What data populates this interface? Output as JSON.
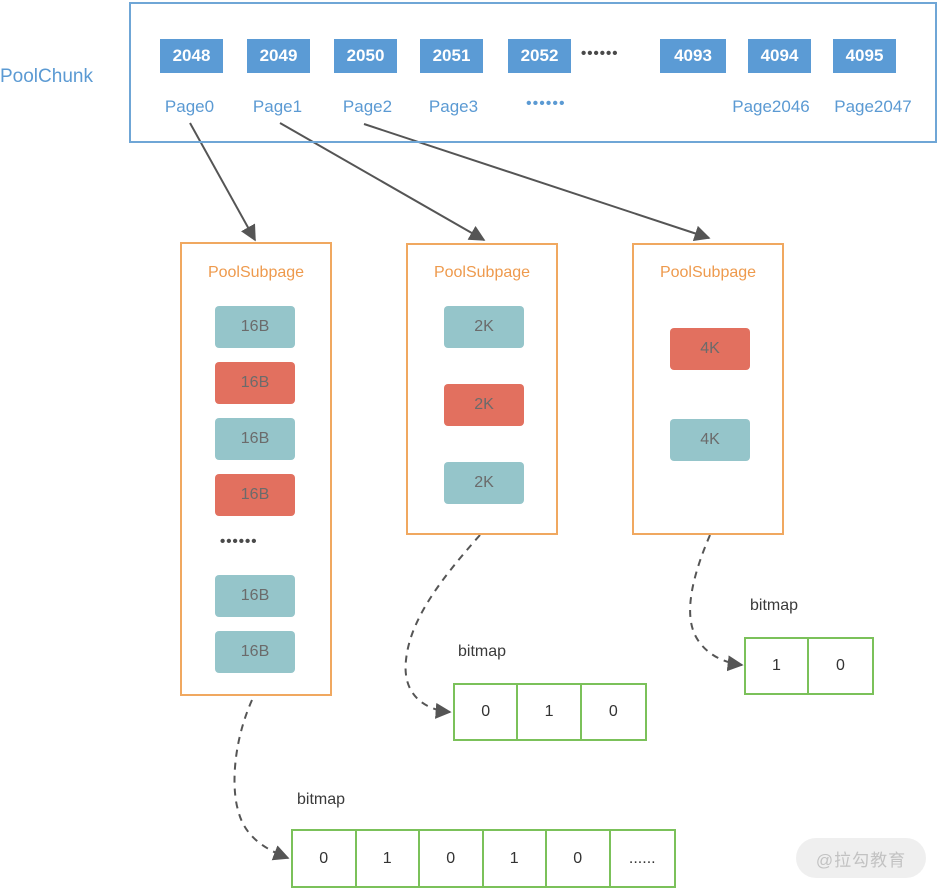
{
  "chunk": {
    "title": "PoolChunk",
    "pages": [
      {
        "num": "2048",
        "name": "Page0"
      },
      {
        "num": "2049",
        "name": "Page1"
      },
      {
        "num": "2050",
        "name": "Page2"
      },
      {
        "num": "2051",
        "name": "Page3"
      },
      {
        "num": "2052",
        "name": ""
      },
      {
        "num": "4093",
        "name": ""
      },
      {
        "num": "4094",
        "name": "Page2046"
      },
      {
        "num": "4095",
        "name": "Page2047"
      }
    ],
    "row_ellipsis": "••••••",
    "name_ellipsis": "••••••"
  },
  "subpages": [
    {
      "title": "PoolSubpage",
      "blocks": [
        {
          "label": "16B",
          "state": "free"
        },
        {
          "label": "16B",
          "state": "used"
        },
        {
          "label": "16B",
          "state": "free"
        },
        {
          "label": "16B",
          "state": "used"
        },
        {
          "label": "16B",
          "state": "free"
        },
        {
          "label": "16B",
          "state": "free"
        }
      ],
      "ellipsis": "••••••",
      "bitmap_label": "bitmap",
      "bitmap": [
        "0",
        "1",
        "0",
        "1",
        "0",
        "......"
      ]
    },
    {
      "title": "PoolSubpage",
      "blocks": [
        {
          "label": "2K",
          "state": "free"
        },
        {
          "label": "2K",
          "state": "used"
        },
        {
          "label": "2K",
          "state": "free"
        }
      ],
      "bitmap_label": "bitmap",
      "bitmap": [
        "0",
        "1",
        "0"
      ]
    },
    {
      "title": "PoolSubpage",
      "blocks": [
        {
          "label": "4K",
          "state": "used"
        },
        {
          "label": "4K",
          "state": "free"
        }
      ],
      "bitmap_label": "bitmap",
      "bitmap": [
        "1",
        "0"
      ]
    }
  ],
  "watermark": "@拉勾教育",
  "colors": {
    "chunk_blue": "#5b9bd5",
    "subpage_orange": "#f0a860",
    "free_teal": "#95c5ca",
    "used_red": "#e2705f",
    "bitmap_green": "#7bc15a"
  }
}
